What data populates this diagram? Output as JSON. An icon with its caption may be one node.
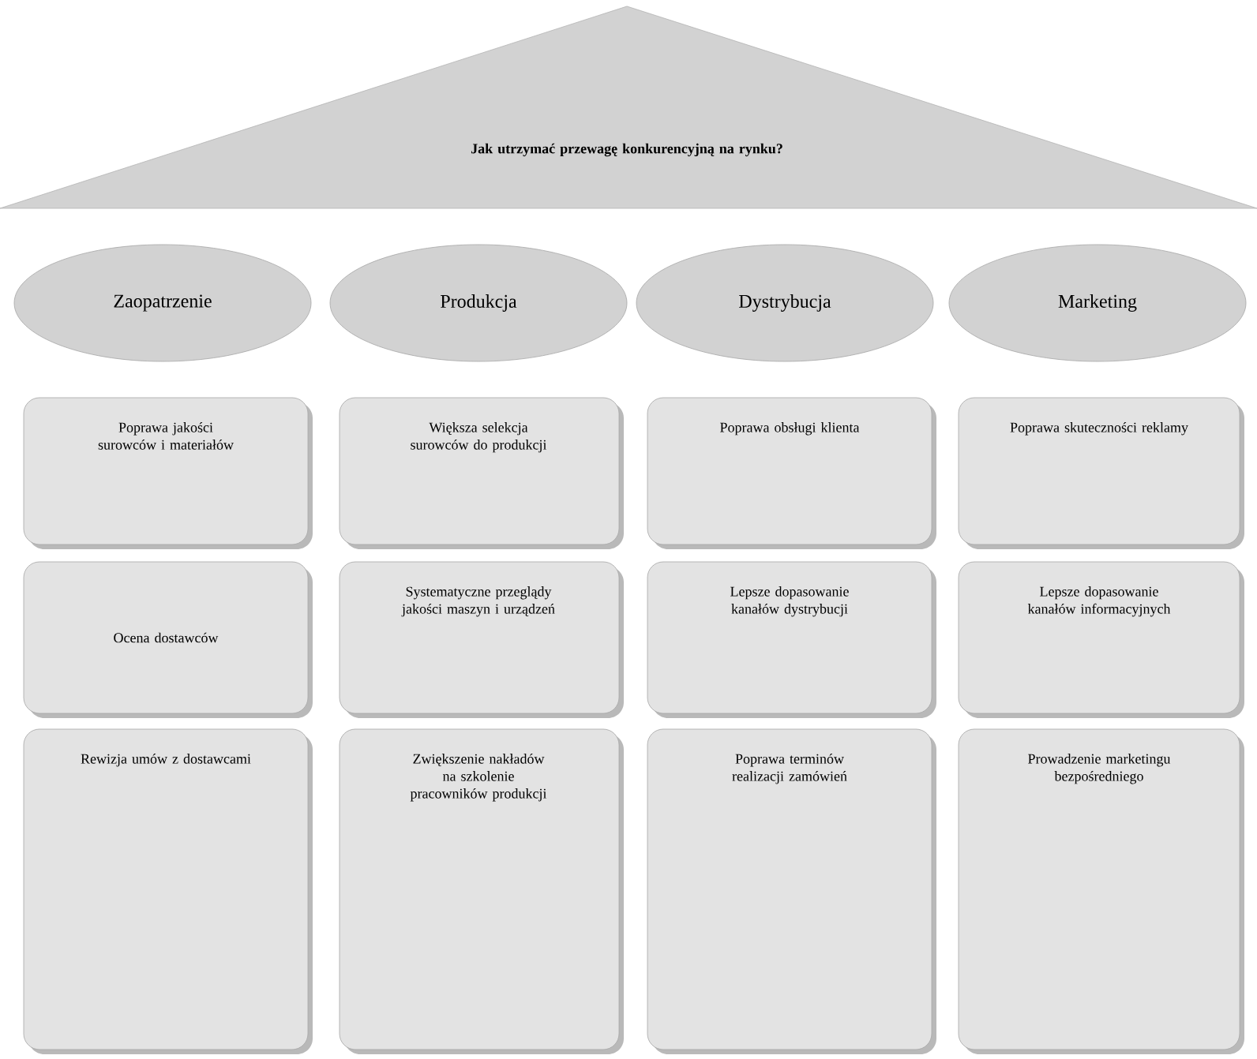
{
  "diagram": {
    "nodes": [
      {
        "text": [
          "Jak utrzymać przewagę konkurencyjną na rynku?"
        ]
      },
      {
        "text": [
          "Zaopatrzenie"
        ]
      },
      {
        "text": [
          "Produkcja"
        ]
      },
      {
        "text": [
          "Dystrybucja"
        ]
      },
      {
        "text": [
          "Marketing"
        ]
      },
      {
        "text": [
          "Poprawa jakości surowców i materiałów"
        ]
      },
      {
        "text": [
          "Większa selekcja surowców do produkcji"
        ]
      },
      {
        "text": [
          "Poprawa obsługi klienta"
        ]
      },
      {
        "text": [
          "Poprawa skuteczności reklamy"
        ]
      },
      {
        "text": [
          "Ocena dostawców"
        ]
      },
      {
        "text": [
          "Systematyczne przeglądy jakości maszyn i urządzeń"
        ]
      },
      {
        "text": [
          "Lepsze dopasowanie kanałów dystrybucji"
        ]
      },
      {
        "text": [
          "Lepsze dopasowanie kanałów informacyjnych"
        ]
      },
      {
        "text": [
          "Rewizja umów z dostawcami"
        ]
      },
      {
        "text": [
          "Zwiększenie nakładów na szkolenie pracowników produkcji"
        ]
      },
      {
        "text": [
          "Poprawa terminów realizacji zamówień"
        ]
      },
      {
        "text": [
          "Prowadzenie marketingu bezpośredniego"
        ]
      }
    ]
  }
}
